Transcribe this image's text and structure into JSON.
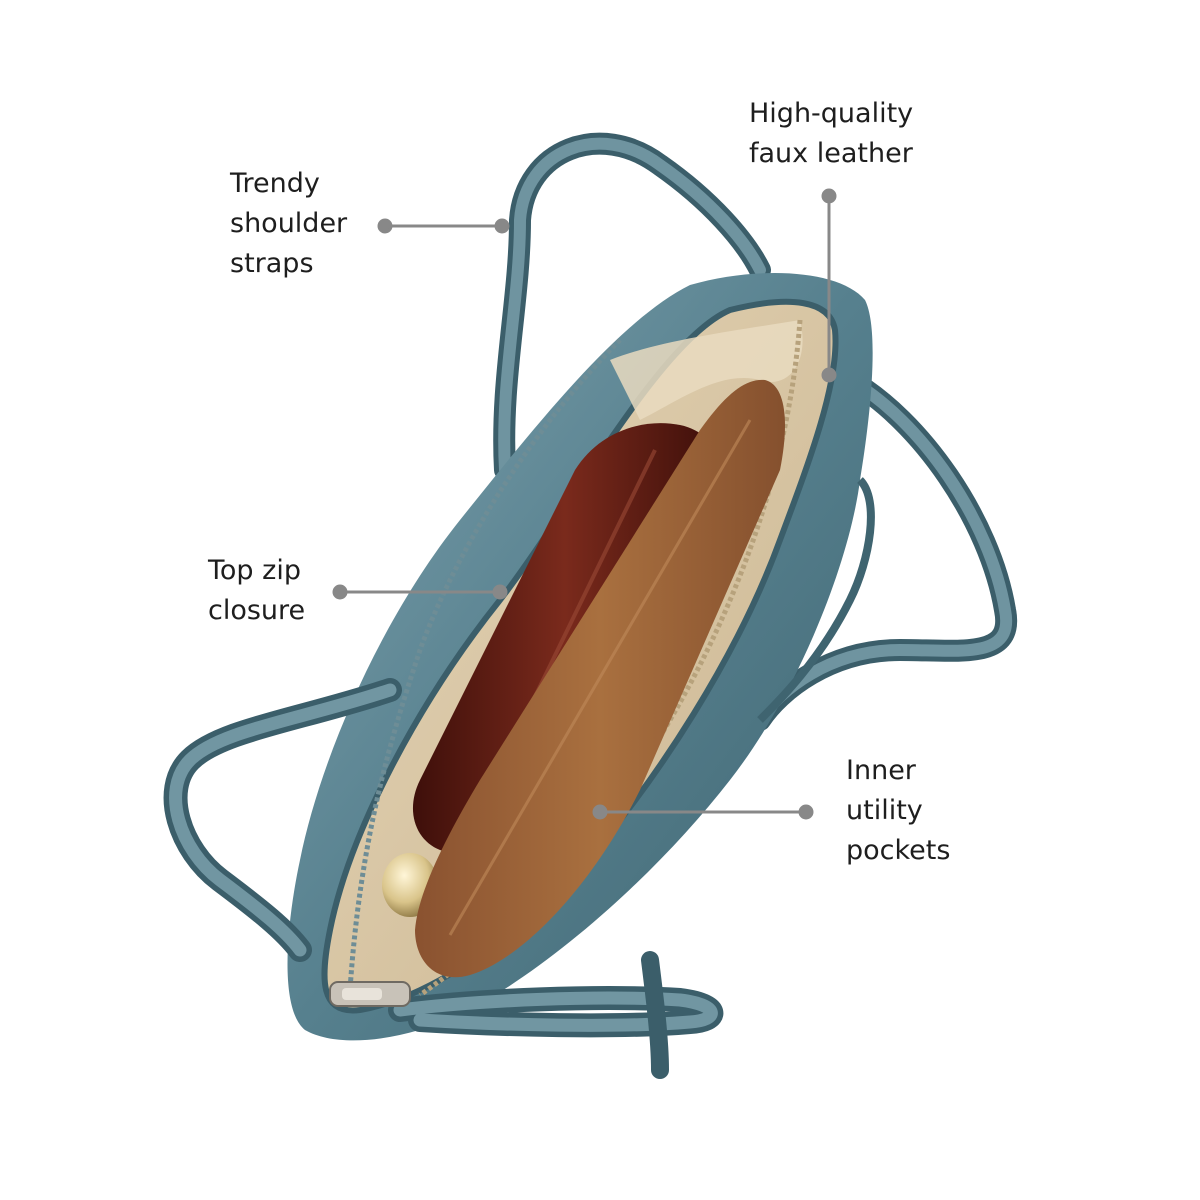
{
  "callouts": {
    "straps": {
      "lines": [
        "Trendy",
        "shoulder",
        "straps"
      ]
    },
    "leather": {
      "lines": [
        "High-quality",
        "faux leather"
      ]
    },
    "zip": {
      "lines": [
        "Top zip",
        "closure"
      ]
    },
    "pockets": {
      "lines": [
        "Inner",
        "utility",
        "pockets"
      ]
    }
  },
  "colors": {
    "background": "#ffffff",
    "bag_leather": "#56808e",
    "bag_leather_dark": "#3b5e6a",
    "bag_leather_light": "#7fa2ae",
    "lining": "#d8c5a4",
    "umbrella": "#5a1a12",
    "wallet": "#9b6038",
    "zipper_pull": "#c8c2b8",
    "callout_line": "#888888",
    "label_text": "#1e1e1e"
  }
}
